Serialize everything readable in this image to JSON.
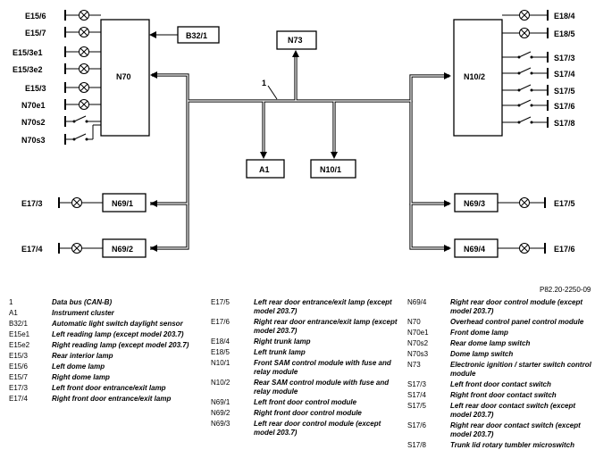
{
  "figure_ref": "P82.20-2250-09",
  "bus_label": "1",
  "modules": {
    "n70": "N70",
    "n10_2": "N10/2",
    "n73": "N73",
    "a1": "A1",
    "n10_1": "N10/1",
    "b32_1": "B32/1",
    "n69_1": "N69/1",
    "n69_2": "N69/2",
    "n69_3": "N69/3",
    "n69_4": "N69/4"
  },
  "left_components": [
    "E15/6",
    "E15/7",
    "E15/3e1",
    "E15/3e2",
    "E15/3",
    "N70e1",
    "N70s2",
    "N70s3"
  ],
  "right_components": [
    "E18/4",
    "E18/5",
    "S17/3",
    "S17/4",
    "S17/5",
    "S17/6",
    "S17/8"
  ],
  "door_lamps": {
    "left_front": "E17/3",
    "right_front": "E17/4",
    "left_rear": "E17/5",
    "right_rear": "E17/6"
  },
  "legend": [
    [
      {
        "code": "1",
        "desc": "Data bus (CAN-B)"
      },
      {
        "code": "A1",
        "desc": "Instrument cluster"
      },
      {
        "code": "B32/1",
        "desc": "Automatic light switch daylight sensor"
      },
      {
        "code": "E15e1",
        "desc": "Left reading lamp (except model 203.7)"
      },
      {
        "code": "E15e2",
        "desc": "Right reading lamp (except model 203.7)"
      },
      {
        "code": "E15/3",
        "desc": "Rear interior lamp"
      },
      {
        "code": "E15/6",
        "desc": "Left dome lamp"
      },
      {
        "code": "E15/7",
        "desc": "Right dome lamp"
      },
      {
        "code": "E17/3",
        "desc": "Left front door entrance/exit lamp"
      },
      {
        "code": "E17/4",
        "desc": "Right front door entrance/exit lamp"
      }
    ],
    [
      {
        "code": "E17/5",
        "desc": "Left rear door entrance/exit lamp (except model 203.7)"
      },
      {
        "code": "E17/6",
        "desc": "Right rear door entrance/exit lamp (except model 203.7)"
      },
      {
        "code": "E18/4",
        "desc": "Right trunk lamp"
      },
      {
        "code": "E18/5",
        "desc": "Left trunk lamp"
      },
      {
        "code": "N10/1",
        "desc": "Front SAM control module with fuse and relay module"
      },
      {
        "code": "N10/2",
        "desc": "Rear SAM control module with fuse and relay module"
      },
      {
        "code": "N69/1",
        "desc": "Left front door control module"
      },
      {
        "code": "N69/2",
        "desc": "Right front door control module"
      },
      {
        "code": "N69/3",
        "desc": "Left rear door control module (except model 203.7)"
      }
    ],
    [
      {
        "code": "N69/4",
        "desc": "Right rear door control module (except model 203.7)"
      },
      {
        "code": "N70",
        "desc": "Overhead control panel control module"
      },
      {
        "code": "N70e1",
        "desc": "Front dome lamp"
      },
      {
        "code": "N70s2",
        "desc": "Rear dome lamp switch"
      },
      {
        "code": "N70s3",
        "desc": "Dome lamp switch"
      },
      {
        "code": "N73",
        "desc": "Electronic ignition / starter switch control module"
      },
      {
        "code": "S17/3",
        "desc": "Left front door contact switch"
      },
      {
        "code": "S17/4",
        "desc": "Right front door contact switch"
      },
      {
        "code": "S17/5",
        "desc": "Left rear door contact switch (except model 203.7)"
      },
      {
        "code": "S17/6",
        "desc": "Right rear door contact switch (except model 203.7)"
      },
      {
        "code": "S17/8",
        "desc": "Trunk lid rotary tumbler microswitch"
      }
    ]
  ]
}
